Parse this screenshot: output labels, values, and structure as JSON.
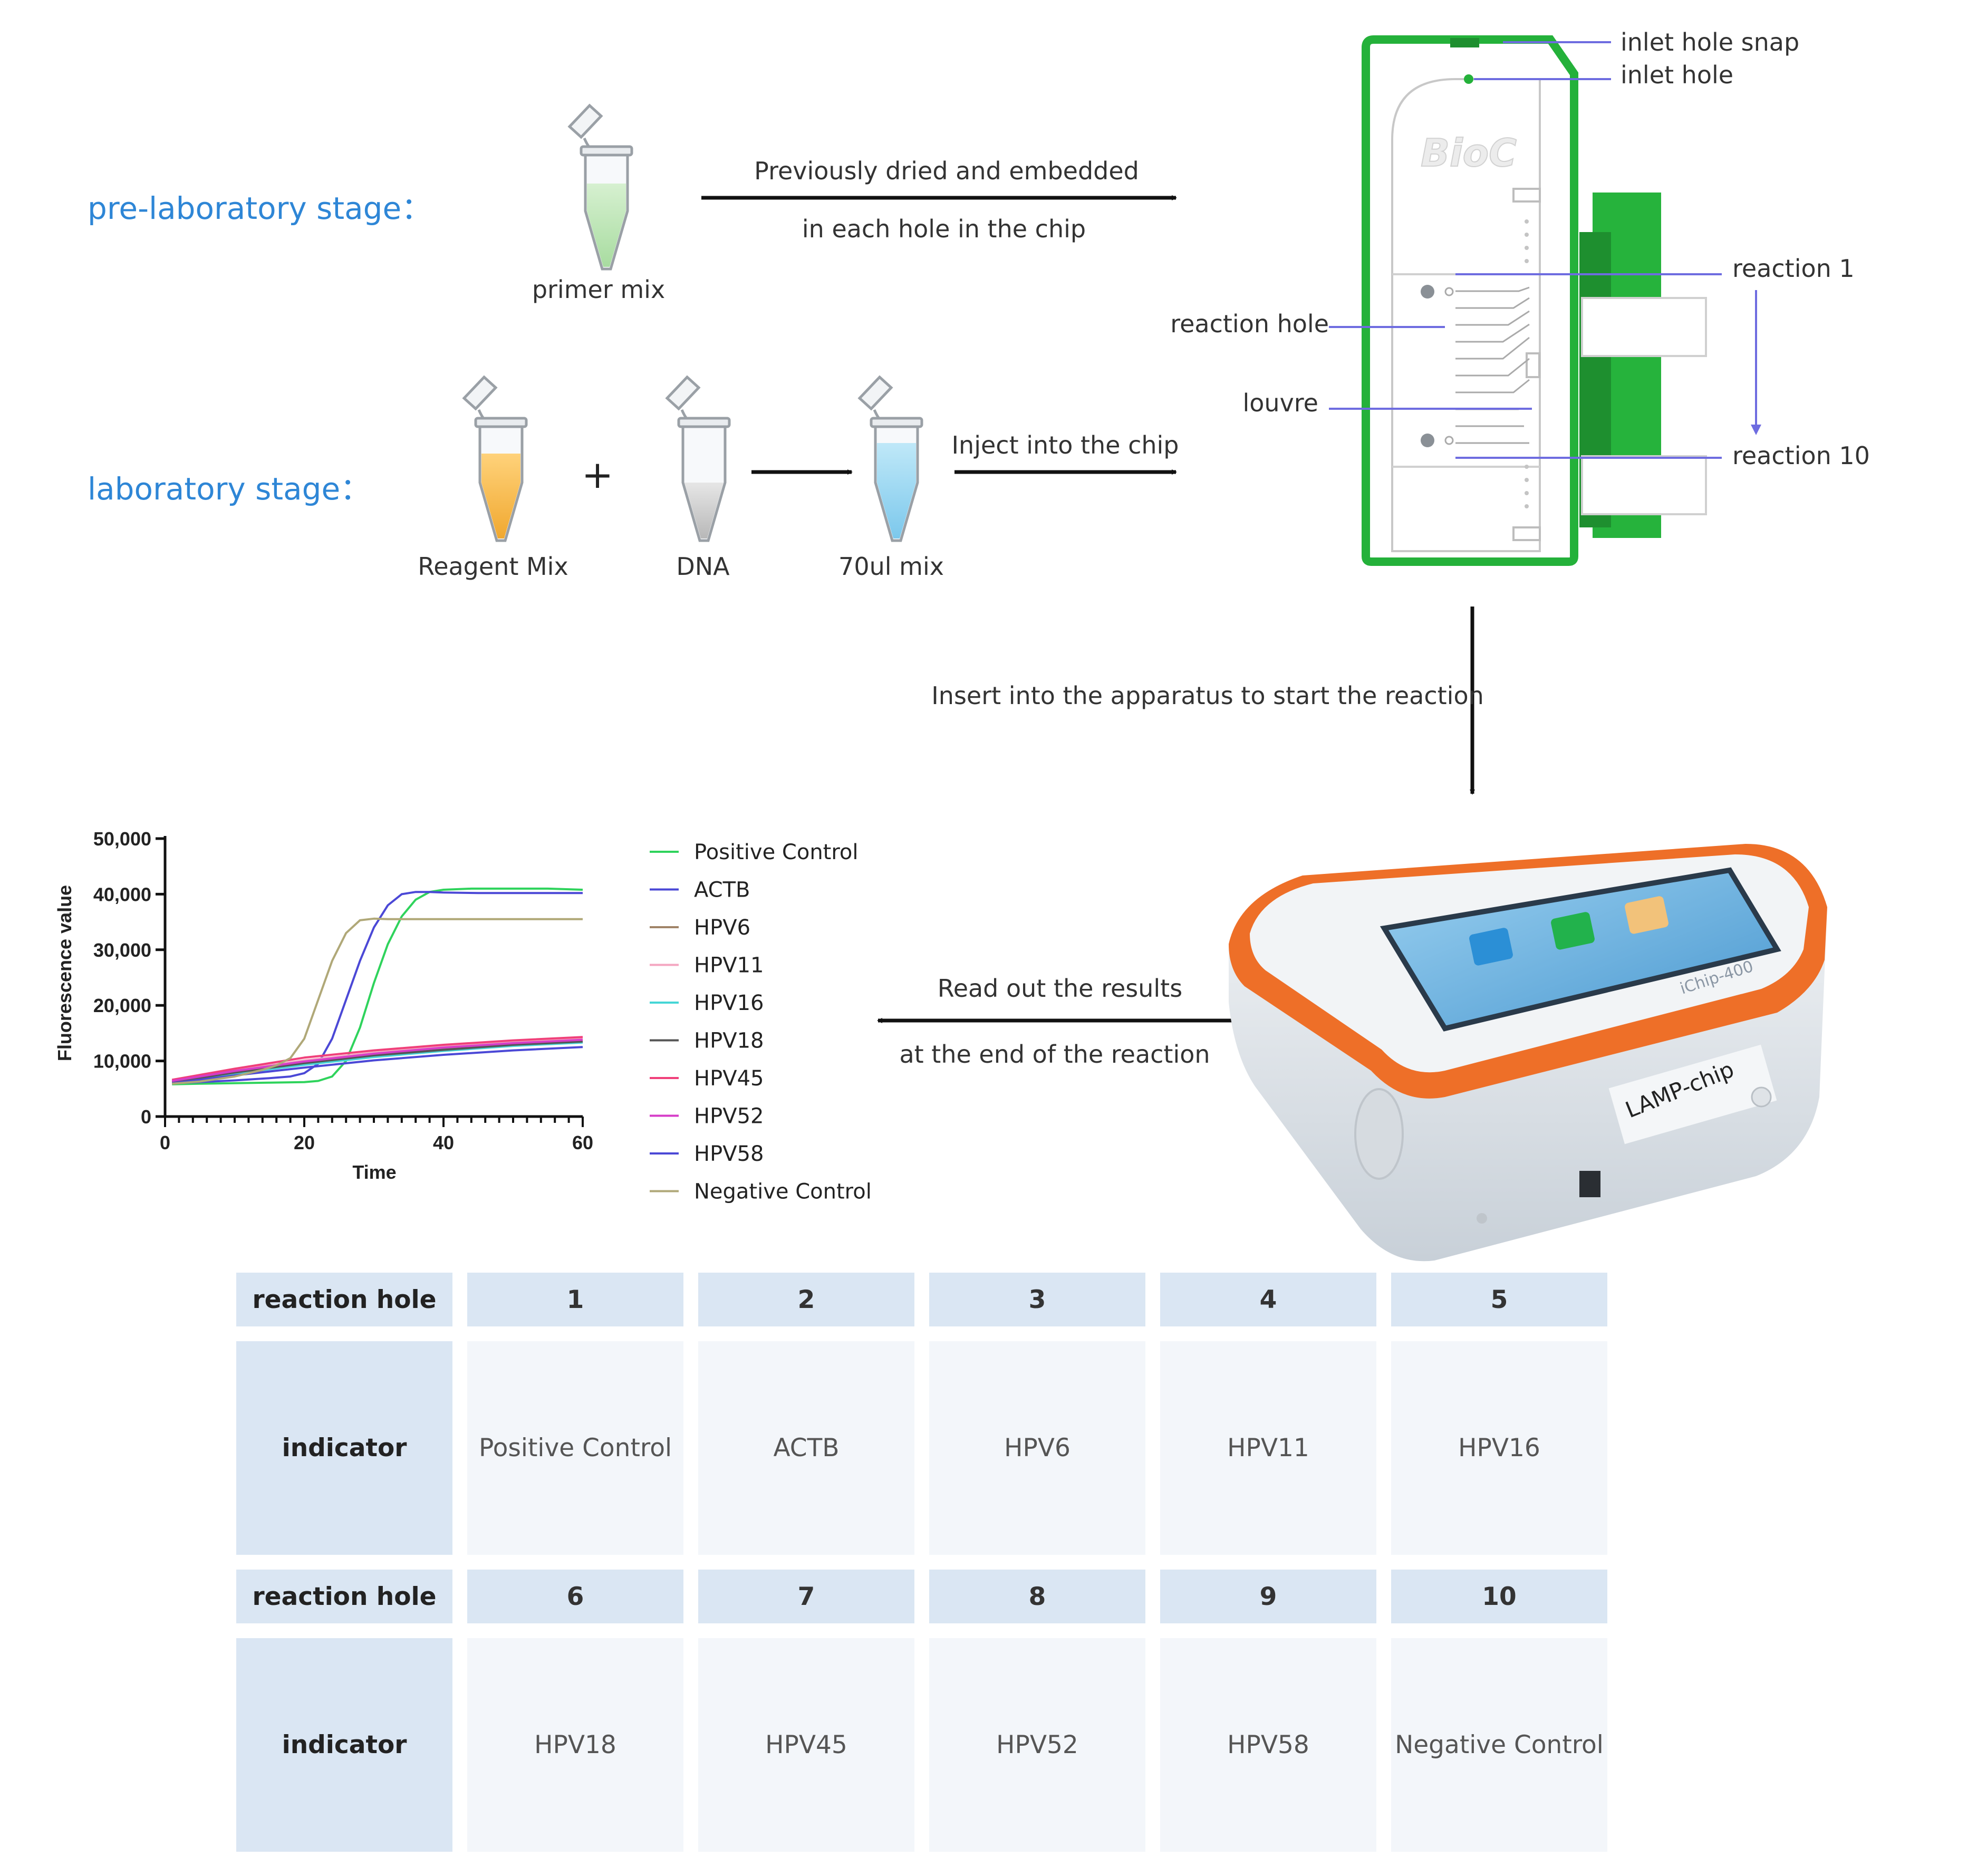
{
  "stages": {
    "pre_lab": "pre-laboratory stage：",
    "lab": "laboratory stage："
  },
  "tubes": {
    "primer_mix": "primer mix",
    "reagent_mix": "Reagent Mix",
    "dna": "DNA",
    "mix70": "70ul mix",
    "plus": "+"
  },
  "arrows": {
    "dried_line1": "Previously dried and embedded",
    "dried_line2": "in each hole in the chip",
    "inject": "Inject into  the chip",
    "insert": "Insert into the apparatus to start the reaction",
    "read_line1": "Read out the results",
    "read_line2": "at the end of the reaction"
  },
  "chip": {
    "inlet_hole_snap": "inlet hole snap",
    "inlet_hole": "inlet hole",
    "reaction_1": "reaction 1",
    "reaction_hole": "reaction hole",
    "louvre": "louvre",
    "reaction_10": "reaction 10",
    "brand": "BioC"
  },
  "device": {
    "model": "iChip-400",
    "label": "LAMP-chip"
  },
  "chart_data": {
    "type": "line",
    "xlabel": "Time",
    "ylabel": "Fluorescence value",
    "xlim": [
      0,
      60
    ],
    "ylim": [
      0,
      50000
    ],
    "xticks": [
      "0",
      "20",
      "40",
      "60"
    ],
    "yticks": [
      "0",
      "10,000",
      "20,000",
      "30,000",
      "40,000",
      "50,000"
    ],
    "legend_position": "right",
    "series": [
      {
        "name": "Positive Control",
        "color": "#2fd35c",
        "x": [
          1,
          5,
          10,
          15,
          20,
          22,
          24,
          26,
          28,
          30,
          32,
          34,
          36,
          38,
          40,
          44,
          50,
          55,
          60
        ],
        "y": [
          5800,
          5900,
          6000,
          6100,
          6200,
          6400,
          7200,
          10000,
          16000,
          24000,
          31000,
          36000,
          39000,
          40400,
          40800,
          41000,
          41000,
          41000,
          40800
        ]
      },
      {
        "name": "ACTB",
        "color": "#4b48d6",
        "x": [
          1,
          5,
          10,
          15,
          18,
          20,
          22,
          24,
          26,
          28,
          30,
          32,
          34,
          36,
          38,
          40,
          45,
          50,
          60
        ],
        "y": [
          6000,
          6200,
          6500,
          6900,
          7200,
          7800,
          9500,
          14000,
          21000,
          28000,
          34000,
          38000,
          40000,
          40400,
          40400,
          40300,
          40200,
          40200,
          40200
        ]
      },
      {
        "name": "HPV6",
        "color": "#a08468",
        "x": [
          1,
          10,
          20,
          30,
          40,
          50,
          60
        ],
        "y": [
          6300,
          8000,
          9800,
          11200,
          12300,
          13100,
          13700
        ]
      },
      {
        "name": "HPV11",
        "color": "#f4a6c0",
        "x": [
          1,
          10,
          20,
          30,
          40,
          50,
          60
        ],
        "y": [
          6500,
          8300,
          10100,
          11500,
          12600,
          13400,
          14000
        ]
      },
      {
        "name": "HPV16",
        "color": "#45d6d6",
        "x": [
          1,
          10,
          20,
          30,
          40,
          50,
          60
        ],
        "y": [
          6100,
          7700,
          9300,
          10700,
          11800,
          12700,
          13300
        ]
      },
      {
        "name": "HPV18",
        "color": "#555555",
        "x": [
          1,
          10,
          20,
          30,
          40,
          50,
          60
        ],
        "y": [
          6200,
          7900,
          9600,
          11000,
          12000,
          12900,
          13500
        ]
      },
      {
        "name": "HPV45",
        "color": "#f0407a",
        "x": [
          1,
          10,
          20,
          30,
          40,
          50,
          60
        ],
        "y": [
          6600,
          8600,
          10600,
          11900,
          12900,
          13700,
          14300
        ]
      },
      {
        "name": "HPV52",
        "color": "#d63cc8",
        "x": [
          1,
          10,
          20,
          30,
          40,
          50,
          60
        ],
        "y": [
          6400,
          8200,
          9900,
          11300,
          12400,
          13200,
          13800
        ]
      },
      {
        "name": "HPV58",
        "color": "#4b48d6",
        "x": [
          1,
          10,
          20,
          30,
          40,
          50,
          60
        ],
        "y": [
          6000,
          7400,
          8800,
          10100,
          11100,
          11900,
          12500
        ]
      },
      {
        "name": "Negative Control",
        "color": "#b0a878",
        "x": [
          1,
          5,
          10,
          14,
          16,
          18,
          20,
          22,
          24,
          26,
          28,
          30,
          32,
          34,
          40,
          50,
          60
        ],
        "y": [
          5900,
          6300,
          7200,
          8400,
          9200,
          10500,
          14000,
          21000,
          28000,
          33000,
          35300,
          35600,
          35500,
          35500,
          35500,
          35500,
          35500
        ]
      }
    ]
  },
  "table": {
    "rows": [
      {
        "header": "reaction hole",
        "cells": [
          "1",
          "2",
          "3",
          "4",
          "5"
        ]
      },
      {
        "header": "indicator",
        "cells": [
          "Positive Control",
          "ACTB",
          "HPV6",
          "HPV11",
          "HPV16"
        ]
      },
      {
        "header": "reaction hole",
        "cells": [
          "6",
          "7",
          "8",
          "9",
          "10"
        ]
      },
      {
        "header": "indicator",
        "cells": [
          "HPV18",
          "HPV45",
          "HPV52",
          "HPV58",
          "Negative Control"
        ]
      }
    ]
  }
}
